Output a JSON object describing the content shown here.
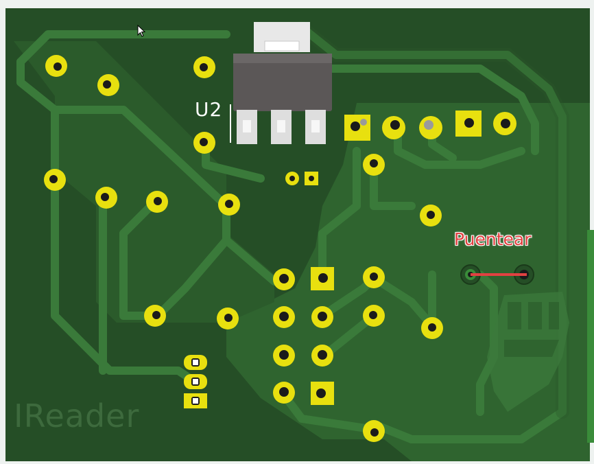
{
  "viewer": {
    "title": "",
    "colors": {
      "background": "#eef2f0",
      "board": "#254e26",
      "copper_pour": "#2f642f",
      "trace": "#3a7a3a",
      "pad": "#e8e00f",
      "drill": "#1b1b1b",
      "silk": "#ffffff",
      "annotation": "#e24141"
    }
  },
  "board": {
    "component_ref": "U2",
    "annotation": "Puentear",
    "silkscreen_text": "IReader"
  },
  "icons": {
    "pointer": "mouse-pointer-icon",
    "logo": "fist-logo-icon"
  }
}
